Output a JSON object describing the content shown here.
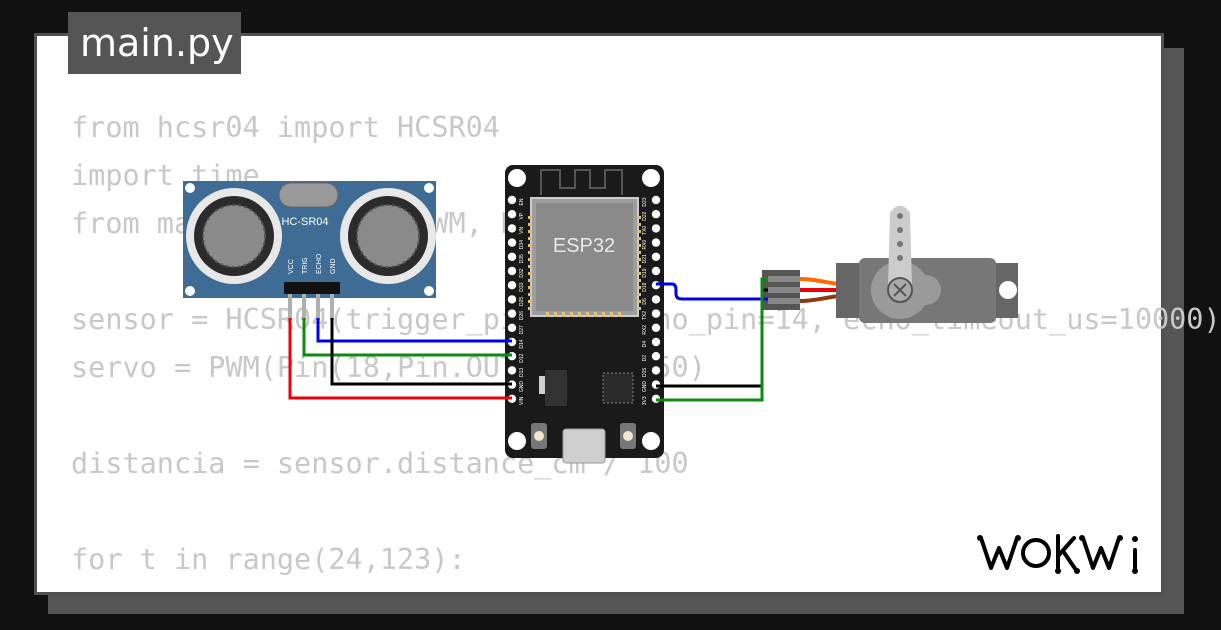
{
  "file_tab": {
    "label": "main.py"
  },
  "code_lines": [
    "from hcsr04 import HCSR04",
    "import time",
    "from machine import PWM, Pin",
    "",
    "sensor = HCSR04(trigger_pin=12, echo_pin=14, echo_timeout_us=10000)",
    "servo = PWM(Pin(18,Pin.OUT), freq=50)",
    "",
    "distancia = sensor.distance_cm / 100",
    "",
    "for t in range(24,123):"
  ],
  "components": {
    "ultrasonic": {
      "model": "HC-SR04",
      "pins": [
        "VCC",
        "TRIG",
        "ECHO",
        "GND"
      ]
    },
    "board": {
      "label": "ESP32",
      "left_pins": [
        "EN",
        "VP",
        "VN",
        "D34",
        "D35",
        "D32",
        "D33",
        "D25",
        "D26",
        "D27",
        "D14",
        "D12",
        "D13",
        "GND",
        "VIN"
      ],
      "right_pins": [
        "D23",
        "D22",
        "TX0",
        "RX0",
        "D21",
        "D19",
        "D18",
        "D5",
        "TX2",
        "RX2",
        "D4",
        "D2",
        "D15",
        "GND",
        "3V3"
      ]
    },
    "servo": {
      "type": "servo"
    }
  },
  "wire_colors": {
    "red": "#e8000b",
    "green": "#0b8a14",
    "blue": "#0000ee",
    "black": "#000000",
    "orange": "#ff6a00",
    "brown": "#8b3a0f"
  },
  "brand": {
    "logo": "WOKWI"
  }
}
